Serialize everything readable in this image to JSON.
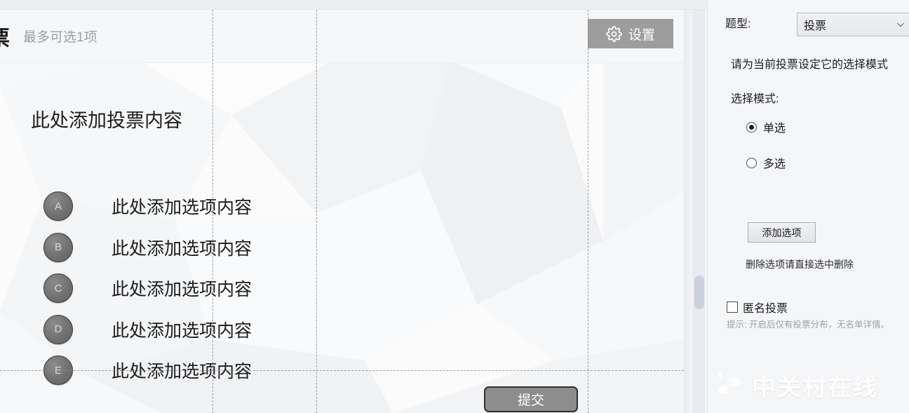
{
  "window": {
    "top_strip": ""
  },
  "slide": {
    "title_fragment": "票",
    "selection_hint": "最多可选1项",
    "question_placeholder": "此处添加投票内容",
    "settings_button": {
      "label": "设置",
      "icon": "gear-icon",
      "background": "#9d9d9d"
    },
    "options": [
      {
        "key": "A",
        "text": "此处添加选项内容"
      },
      {
        "key": "B",
        "text": "此处添加选项内容"
      },
      {
        "key": "C",
        "text": "此处添加选项内容"
      },
      {
        "key": "D",
        "text": "此处添加选项内容"
      },
      {
        "key": "E",
        "text": "此处添加选项内容"
      }
    ],
    "submit_button": {
      "label": "提交",
      "background": "#8d8d8d"
    },
    "guides": {
      "vertical_x": [
        303,
        451,
        838
      ],
      "horizontal_y": [
        528
      ],
      "style": "dashed"
    }
  },
  "panel": {
    "question_type": {
      "label": "题型:",
      "value": "投票",
      "options": [
        "投票"
      ],
      "chevron": "chevron-down-icon"
    },
    "description": "请为当前投票设定它的选择模式",
    "mode_label": "选择模式:",
    "modes": [
      {
        "label": "单选",
        "selected": true
      },
      {
        "label": "多选",
        "selected": false
      }
    ],
    "add_option_button": "添加选项",
    "delete_hint": "删除选项请直接选中删除",
    "anonymous": {
      "label": "匿名投票",
      "checked": false,
      "tip": "提示: 开启后仅有投票分布，无名单详情。"
    }
  },
  "watermark": {
    "text": "中关村在线",
    "logo": "zol-logo-icon"
  },
  "colors": {
    "page_background": "#f5f6f8",
    "slide_background": "#fbfbfc",
    "accent_gray": "#9d9d9d",
    "text_primary": "#1b1b1b",
    "text_muted": "#9b9fa6",
    "guide_line": "#8e8e8e",
    "scrollbar_thumb": "#ccd0dc"
  }
}
